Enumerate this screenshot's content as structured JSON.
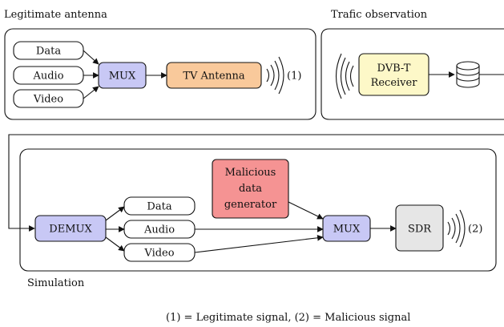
{
  "sections": {
    "legitimate": "Legitimate antenna",
    "traffic": "Trafic observation",
    "simulation": "Simulation"
  },
  "legit": {
    "inputs": [
      "Data",
      "Audio",
      "Video"
    ],
    "mux": "MUX",
    "antenna": "TV Antenna",
    "signal_tag": "(1)"
  },
  "traffic": {
    "receiver_line1": "DVB-T",
    "receiver_line2": "Receiver"
  },
  "sim": {
    "demux": "DEMUX",
    "outputs": [
      "Data",
      "Audio",
      "Video"
    ],
    "malicious_line1": "Malicious",
    "malicious_line2": "data",
    "malicious_line3": "generator",
    "mux": "MUX",
    "sdr": "SDR",
    "signal_tag": "(2)"
  },
  "footnote": "(1) = Legitimate signal, (2) = Malicious signal",
  "colors": {
    "mux": "#c8c8f5",
    "antenna": "#f9c99b",
    "receiver": "#fdf8c8",
    "malicious": "#f59393",
    "sdr": "#e6e6e6"
  }
}
